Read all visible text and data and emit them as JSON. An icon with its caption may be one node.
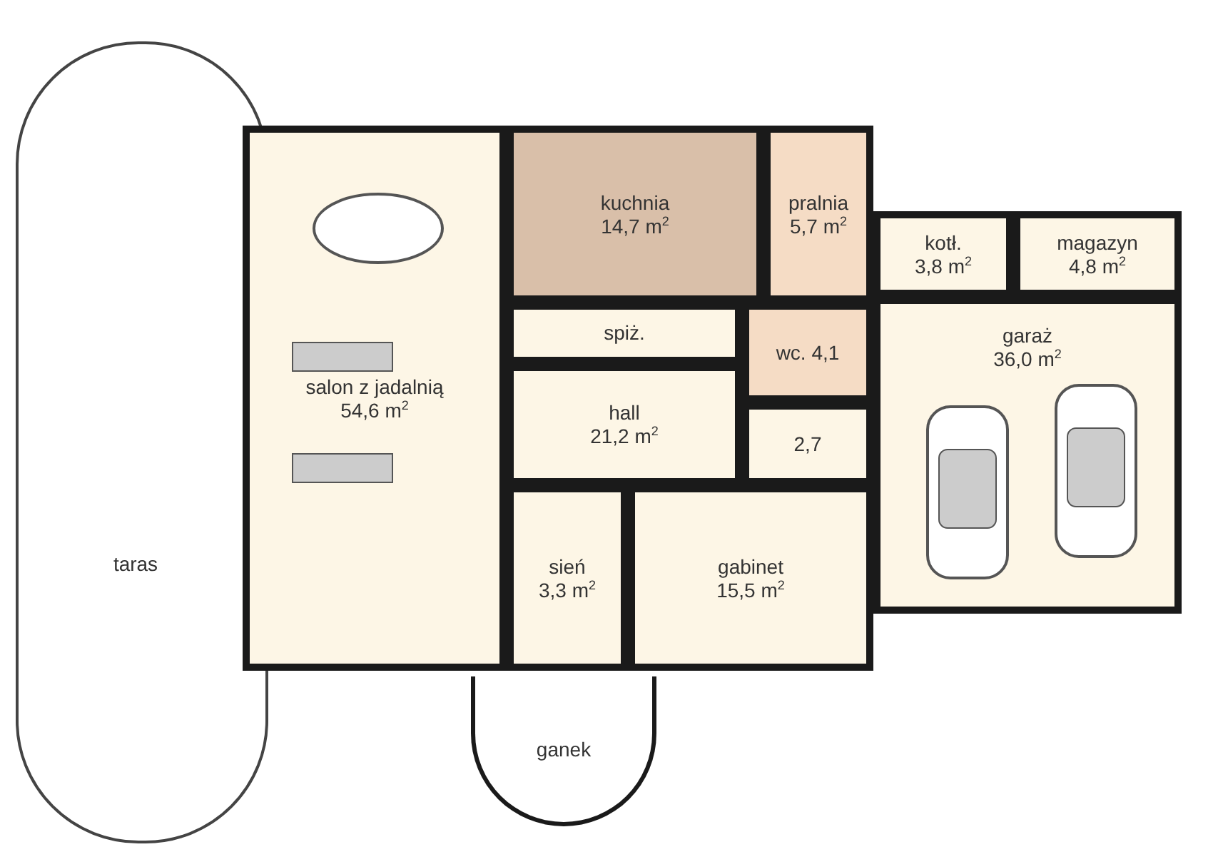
{
  "diagram": {
    "nodes": [
      {
        "text": [
          "salon z jadalnią",
          "54,6 m$^{2}$"
        ]
      },
      {
        "text": [
          "kuchnia",
          "14,7 m$^{2}$"
        ]
      },
      {
        "text": [
          "pralnia",
          "5,7 m$^{2}$"
        ]
      },
      {
        "text": [
          "kotł.",
          "3,8 m$^{2}$"
        ]
      },
      {
        "text": [
          "magazyn",
          "4,8 m$^{2}$"
        ]
      },
      {
        "text": [
          "spiż."
        ]
      },
      {
        "text": [
          "wc. 4,1"
        ]
      },
      {
        "text": [
          "garaż",
          "36,0 m$^{2}$"
        ]
      },
      {
        "text": [
          "2,7"
        ]
      },
      {
        "text": [
          "hall",
          "21,2 m$^{2}$"
        ]
      },
      {
        "text": [
          "gabinet",
          "15,5 m$^{2}$"
        ]
      },
      {
        "text": [
          "sień",
          "3,3 m$^{2}$"
        ]
      },
      {
        "text": [
          "ganek"
        ]
      },
      {
        "text": [
          "taras"
        ]
      }
    ]
  }
}
